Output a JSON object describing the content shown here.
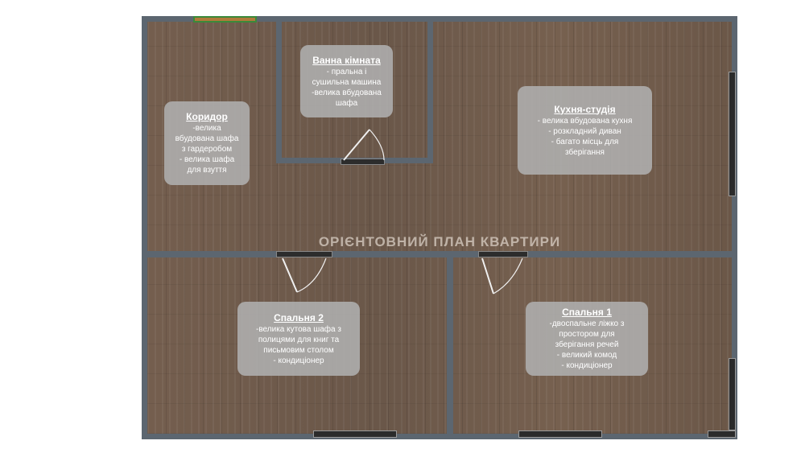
{
  "plan_title": "ОРІЄНТОВНИЙ ПЛАН КВАРТИРИ",
  "rooms": {
    "bathroom": {
      "title": "Ванна кімната",
      "lines": [
        "- пральна і",
        "сушильна машина",
        "-велика вбудована",
        "шафа"
      ]
    },
    "corridor": {
      "title": "Коридор",
      "lines": [
        "-велика",
        "вбудована шафа",
        "з гардеробом",
        "- велика шафа",
        "для взуття"
      ]
    },
    "kitchen": {
      "title": "Кухня-студія",
      "lines": [
        "- велика вбудована кухня",
        "- розкладний диван",
        "- багато місць для",
        "зберігання"
      ]
    },
    "bedroom2": {
      "title": "Спальня 2",
      "lines": [
        "-велика кутова шафа з",
        "полицями для книг та",
        "письмовим столом",
        "-    кондиціонер"
      ]
    },
    "bedroom1": {
      "title": "Спальня 1",
      "lines": [
        "-двоспальне ліжко з",
        "простором  для",
        "зберігання речей",
        "-    великий комод",
        "-    кондиціонер"
      ]
    }
  },
  "colors": {
    "floor": "#6f5b4c",
    "walls": "#5c6670",
    "label_bg": "#afafaf",
    "label_text": "#ffffff"
  }
}
